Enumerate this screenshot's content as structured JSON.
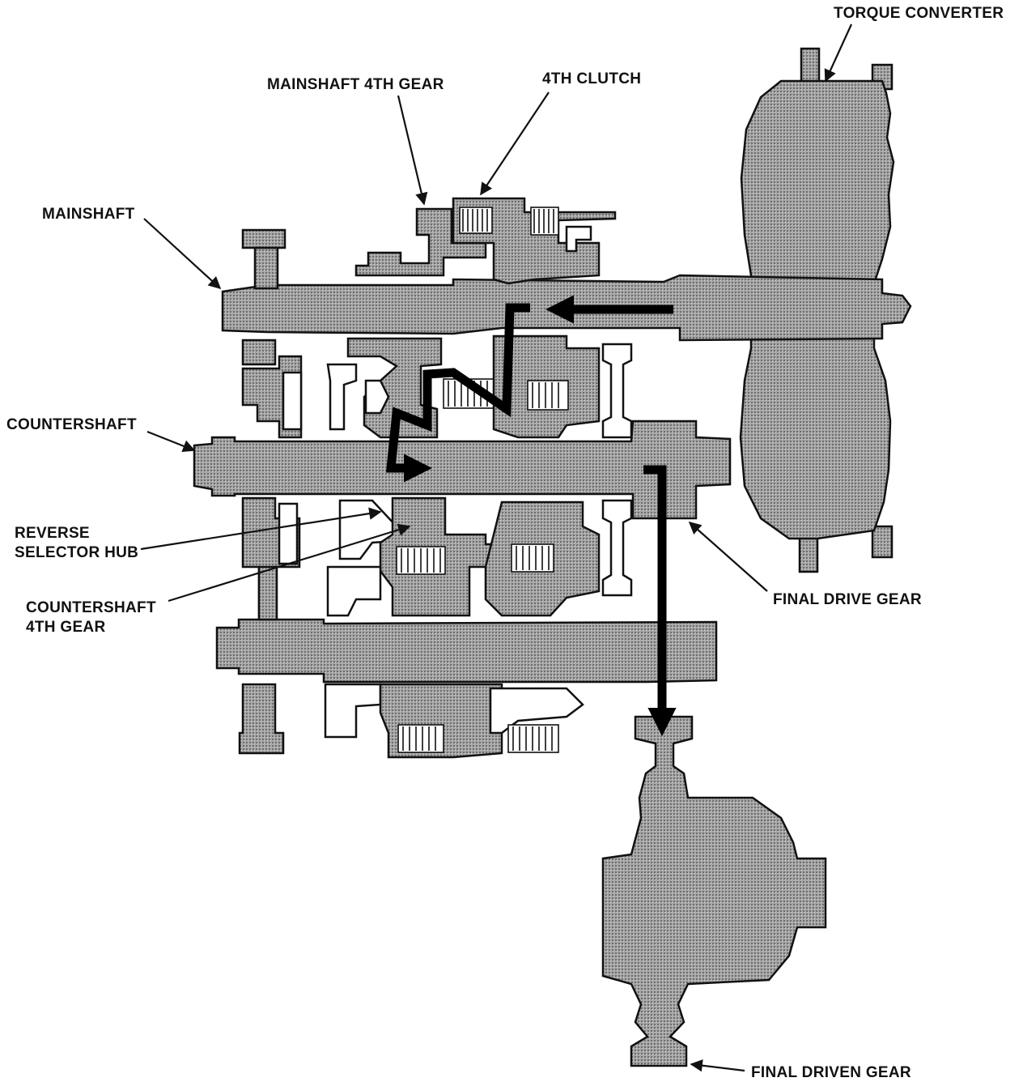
{
  "labels": {
    "torque_converter": "TORQUE CONVERTER",
    "mainshaft_4th_gear": "MAINSHAFT 4TH GEAR",
    "fourth_clutch": "4TH CLUTCH",
    "mainshaft": "MAINSHAFT",
    "countershaft": "COUNTERSHAFT",
    "reverse_selector_hub_line1": "REVERSE",
    "reverse_selector_hub_line2": "SELECTOR HUB",
    "countershaft_4th_gear_line1": "COUNTERSHAFT",
    "countershaft_4th_gear_line2": "4TH GEAR",
    "final_drive_gear": "FINAL DRIVE GEAR",
    "final_driven_gear": "FINAL DRIVEN GEAR"
  },
  "colors": {
    "ink": "#111111",
    "part_fill": "#9a9a9a",
    "flow_arrow": "#000000"
  }
}
